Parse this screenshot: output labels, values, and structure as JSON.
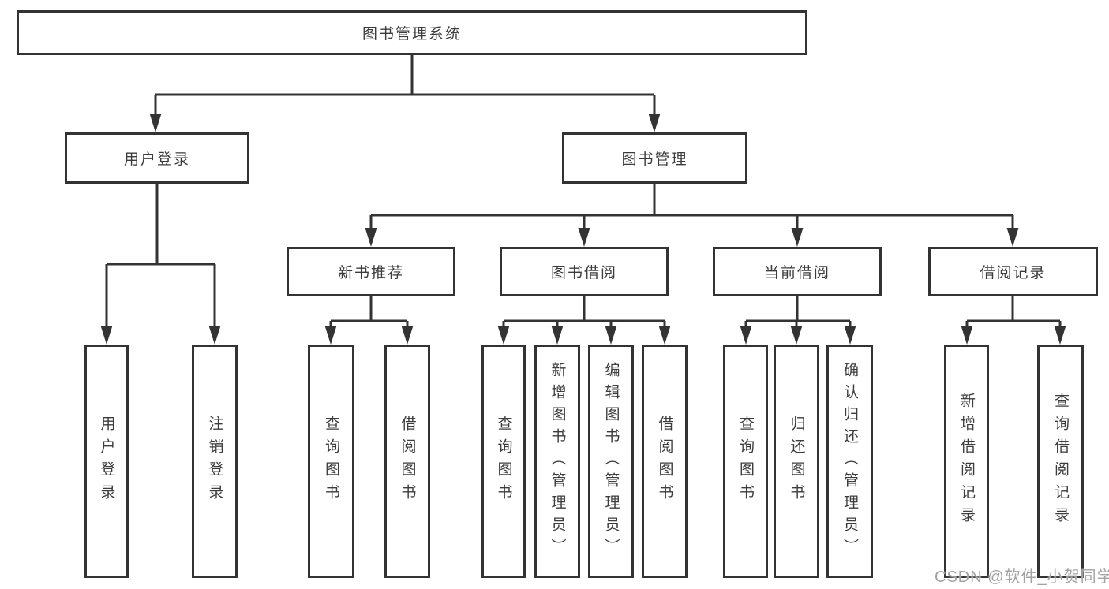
{
  "diagram": {
    "title_node": {
      "label": "图书管理系统"
    },
    "level2": [
      {
        "label": "用户登录"
      },
      {
        "label": "图书管理"
      }
    ],
    "level3": [
      {
        "label": "新书推荐"
      },
      {
        "label": "图书借阅"
      },
      {
        "label": "当前借阅"
      },
      {
        "label": "借阅记录"
      }
    ],
    "leaves": {
      "user_login": [
        "用户登录",
        "注销登录"
      ],
      "new_book_recommend": [
        "查询图书",
        "借阅图书"
      ],
      "book_borrow": [
        "查询图书",
        "新增图书（管理员）",
        "编辑图书（管理员）",
        "借阅图书"
      ],
      "current_borrow": [
        "查询图书",
        "归还图书",
        "确认归还（管理员）"
      ],
      "borrow_record": [
        "新增借阅记录",
        "查询借阅记录"
      ]
    }
  },
  "watermark": {
    "text": "CSDN @软件_小贺同学"
  },
  "colors": {
    "line": "#333333",
    "box_border": "#333333",
    "text": "#3c3c3c",
    "watermark": "#a3a3a3",
    "background": "#ffffff"
  }
}
